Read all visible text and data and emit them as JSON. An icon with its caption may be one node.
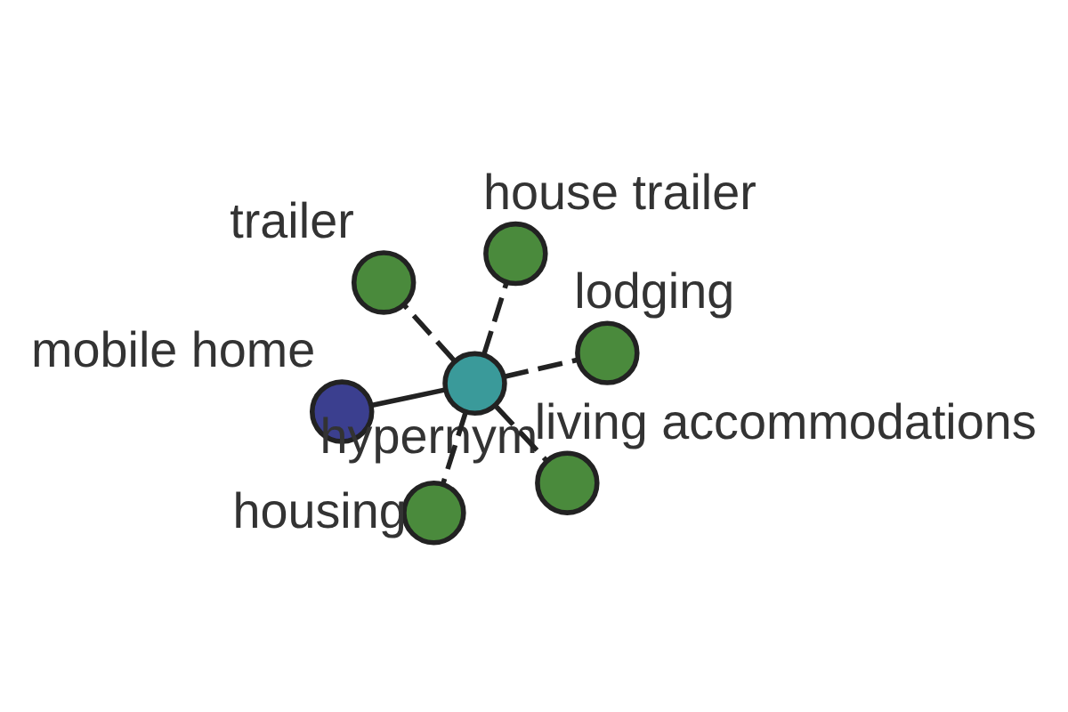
{
  "diagram": {
    "nodes": [
      {
        "text": [
          "mobile home"
        ]
      },
      {
        "text": [
          "living accommodations"
        ]
      },
      {
        "text": [
          "hypernym"
        ]
      },
      {
        "text": [
          "trailer"
        ]
      },
      {
        "text": [
          "lodging"
        ]
      },
      {
        "text": [
          "house trailer"
        ]
      },
      {
        "text": [
          "housing"
        ]
      }
    ],
    "edges": [
      {
        "from": 0,
        "to": 2,
        "arrow": "none"
      },
      {
        "from": 2,
        "to": 1,
        "arrow": "none",
        "style": "dashed"
      },
      {
        "from": 2,
        "to": 3,
        "arrow": "none",
        "style": "dashed"
      },
      {
        "from": 2,
        "to": 4,
        "arrow": "none",
        "style": "dashed"
      },
      {
        "from": 2,
        "to": 6,
        "arrow": "none",
        "style": "dashed"
      },
      {
        "from": 2,
        "to": 5,
        "arrow": "none",
        "style": "dashed"
      }
    ]
  }
}
